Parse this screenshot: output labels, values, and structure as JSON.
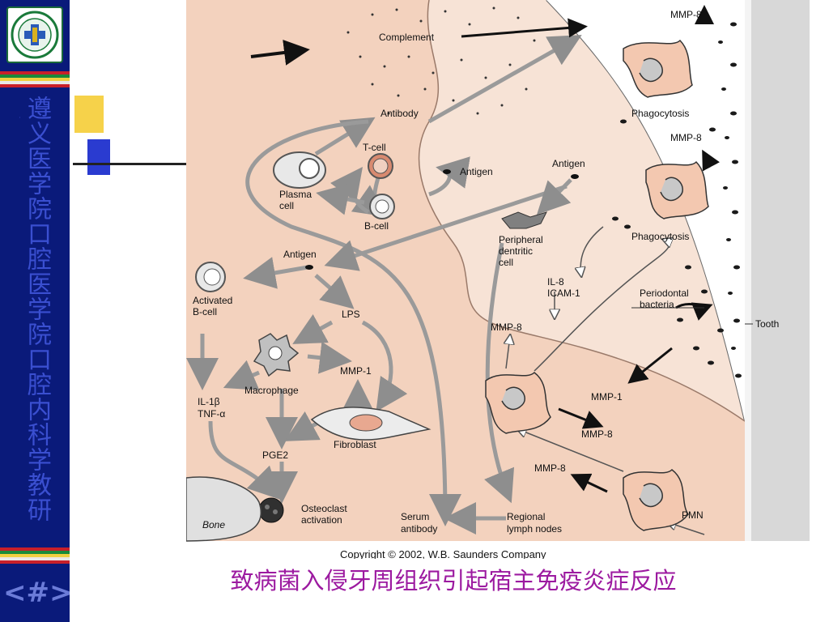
{
  "slide": {
    "vertical_title": "遵义医学院口腔医学院口腔内科学教研室",
    "nav_symbol": "<#>",
    "caption": "致病菌入侵牙周组织引起宿主免疫炎症反应"
  },
  "figure": {
    "labels": {
      "complement": "Complement",
      "antibody": "Antibody",
      "tcell": "T-cell",
      "antigen_top": "Antigen",
      "antigen_right": "Antigen",
      "plasma_cell_1": "Plasma",
      "plasma_cell_2": "cell",
      "bcell": "B-cell",
      "antigen_mid": "Antigen",
      "activated_bcell_1": "Activated",
      "activated_bcell_2": "B-cell",
      "lps": "LPS",
      "macrophage": "Macrophage",
      "mmp1_left": "MMP-1",
      "il1b": "IL-1β",
      "tnfa": "TNF-α",
      "fibroblast": "Fibroblast",
      "pge2": "PGE2",
      "osteoclast_1": "Osteoclast",
      "osteoclast_2": "activation",
      "bone": "Bone",
      "serum_1": "Serum",
      "serum_2": "antibody",
      "regional_1": "Regional",
      "regional_2": "lymph nodes",
      "peripheral_1": "Peripheral",
      "peripheral_2": "dentritic",
      "peripheral_3": "cell",
      "il8": "IL-8",
      "icam1": "ICAM-1",
      "mmp8_a": "MMP-8",
      "mmp8_b": "MMP-8",
      "mmp8_c": "MMP-8",
      "mmp8_d": "MMP-8",
      "mmp8_e": "MMP-8",
      "mmp1_right": "MMP-1",
      "phagocytosis_1": "Phagocytosis",
      "phagocytosis_2": "Phagocytosis",
      "perio_1": "Periodontal",
      "perio_2": "bacteria",
      "pmn": "PMN",
      "tooth": "Tooth",
      "copyright": "Copyright © 2002, W.B. Saunders Company"
    }
  },
  "colors": {
    "sidebar": "#0a1a7a",
    "caption": "#9c1aa0",
    "tissue": "#f3d2be",
    "epithelium": "#f7e3d6",
    "arrow_gray": "#9a9a9a"
  }
}
